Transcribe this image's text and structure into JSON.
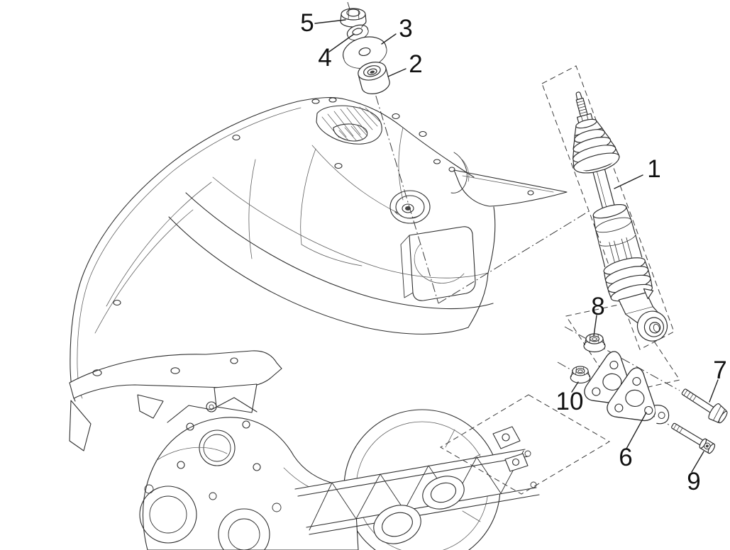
{
  "diagram": {
    "kind": "exploded-parts-line-drawing",
    "background_color": "#ffffff",
    "line_color": "#2e2e2e",
    "label_color": "#111111",
    "callouts": [
      {
        "number": "1",
        "part": "shock-absorber"
      },
      {
        "number": "2",
        "part": "upper-mount-bushing"
      },
      {
        "number": "3",
        "part": "flat-washer"
      },
      {
        "number": "4",
        "part": "spring-washer"
      },
      {
        "number": "5",
        "part": "cap-nut"
      },
      {
        "number": "6",
        "part": "support-bracket"
      },
      {
        "number": "7",
        "part": "flanged-hex-bolt"
      },
      {
        "number": "8",
        "part": "flanged-nut"
      },
      {
        "number": "9",
        "part": "socket-head-bolt"
      },
      {
        "number": "10",
        "part": "flanged-nut"
      }
    ]
  }
}
